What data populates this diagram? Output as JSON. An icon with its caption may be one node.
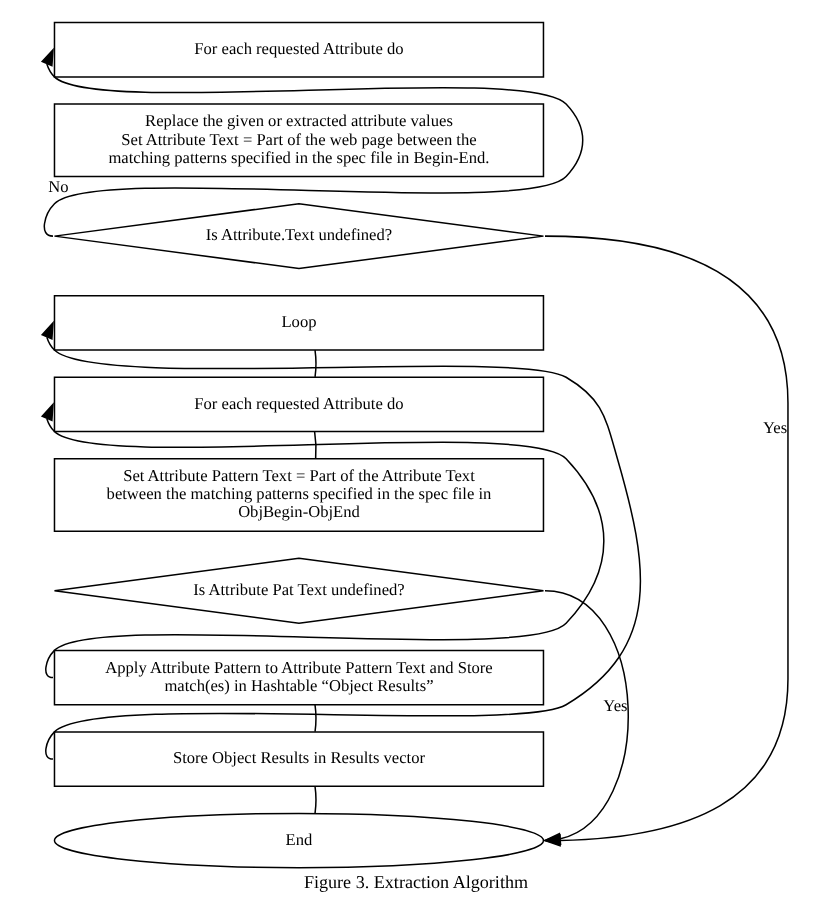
{
  "diagram": {
    "caption": "Figure 3. Extraction Algorithm",
    "nodes": [
      {
        "text": [
          "For each requested Attribute do"
        ]
      },
      {
        "text": [
          "Replace the given or extracted attribute values",
          "Set Attribute Text = Part of the web page between the  matching patterns specified in the spec file in Begin-End."
        ]
      },
      {
        "text": [
          "Is Attribute.Text undefined?"
        ]
      },
      {
        "text": [
          "Loop"
        ]
      },
      {
        "text": [
          "For each requested Attribute do"
        ]
      },
      {
        "text": [
          "Set Attribute Pattern Text = Part of the Attribute Text between the matching patterns specified in the spec file in ObjBegin-ObjEnd"
        ]
      },
      {
        "text": [
          "Is Attribute Pat Text undefined?"
        ]
      },
      {
        "text": [
          "Apply Attribute Pattern to Attribute Pattern Text and Store match(es) in Hashtable “Object Results”"
        ]
      },
      {
        "text": [
          "Store Object Results in Results vector"
        ]
      },
      {
        "text": [
          "End"
        ]
      }
    ],
    "edges": [
      {
        "from": 2,
        "to": 0,
        "arrow": "to",
        "label": "No"
      },
      {
        "from": 2,
        "to": 9,
        "arrow": "to",
        "label": "Yes"
      },
      {
        "from": 3,
        "to": 4,
        "arrow": "none"
      },
      {
        "from": 4,
        "to": 5,
        "arrow": "none"
      },
      {
        "from": 6,
        "to": 9,
        "arrow": "to",
        "label": "Yes"
      },
      {
        "from": 7,
        "to": 4,
        "arrow": "to"
      },
      {
        "from": 7,
        "to": 8,
        "arrow": "none"
      },
      {
        "from": 8,
        "to": 3,
        "arrow": "to"
      },
      {
        "from": 8,
        "to": 9,
        "arrow": "none"
      }
    ]
  }
}
